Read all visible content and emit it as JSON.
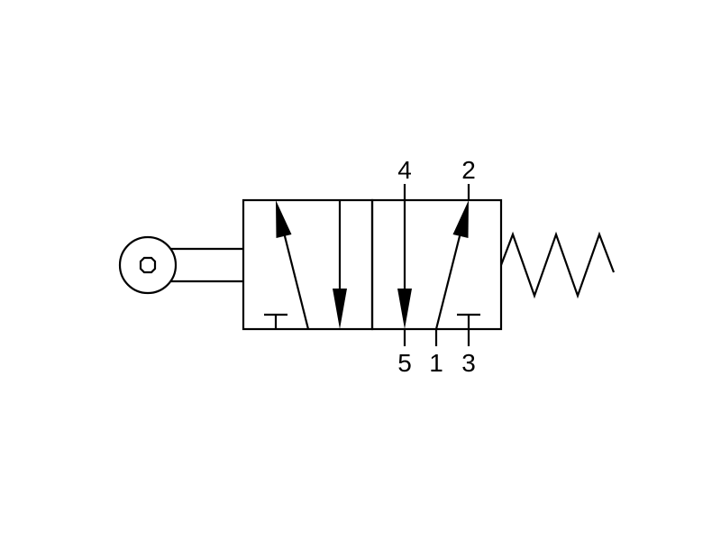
{
  "diagram": {
    "ports": {
      "top_left": "4",
      "top_right": "2",
      "bottom_exhaust_left": "5",
      "bottom_pressure": "1",
      "bottom_exhaust_right": "3"
    },
    "colors": {
      "stroke": "#000000",
      "background": "#ffffff"
    },
    "icons": {
      "actuator": "roller-lever-icon",
      "return": "spring-icon"
    }
  }
}
